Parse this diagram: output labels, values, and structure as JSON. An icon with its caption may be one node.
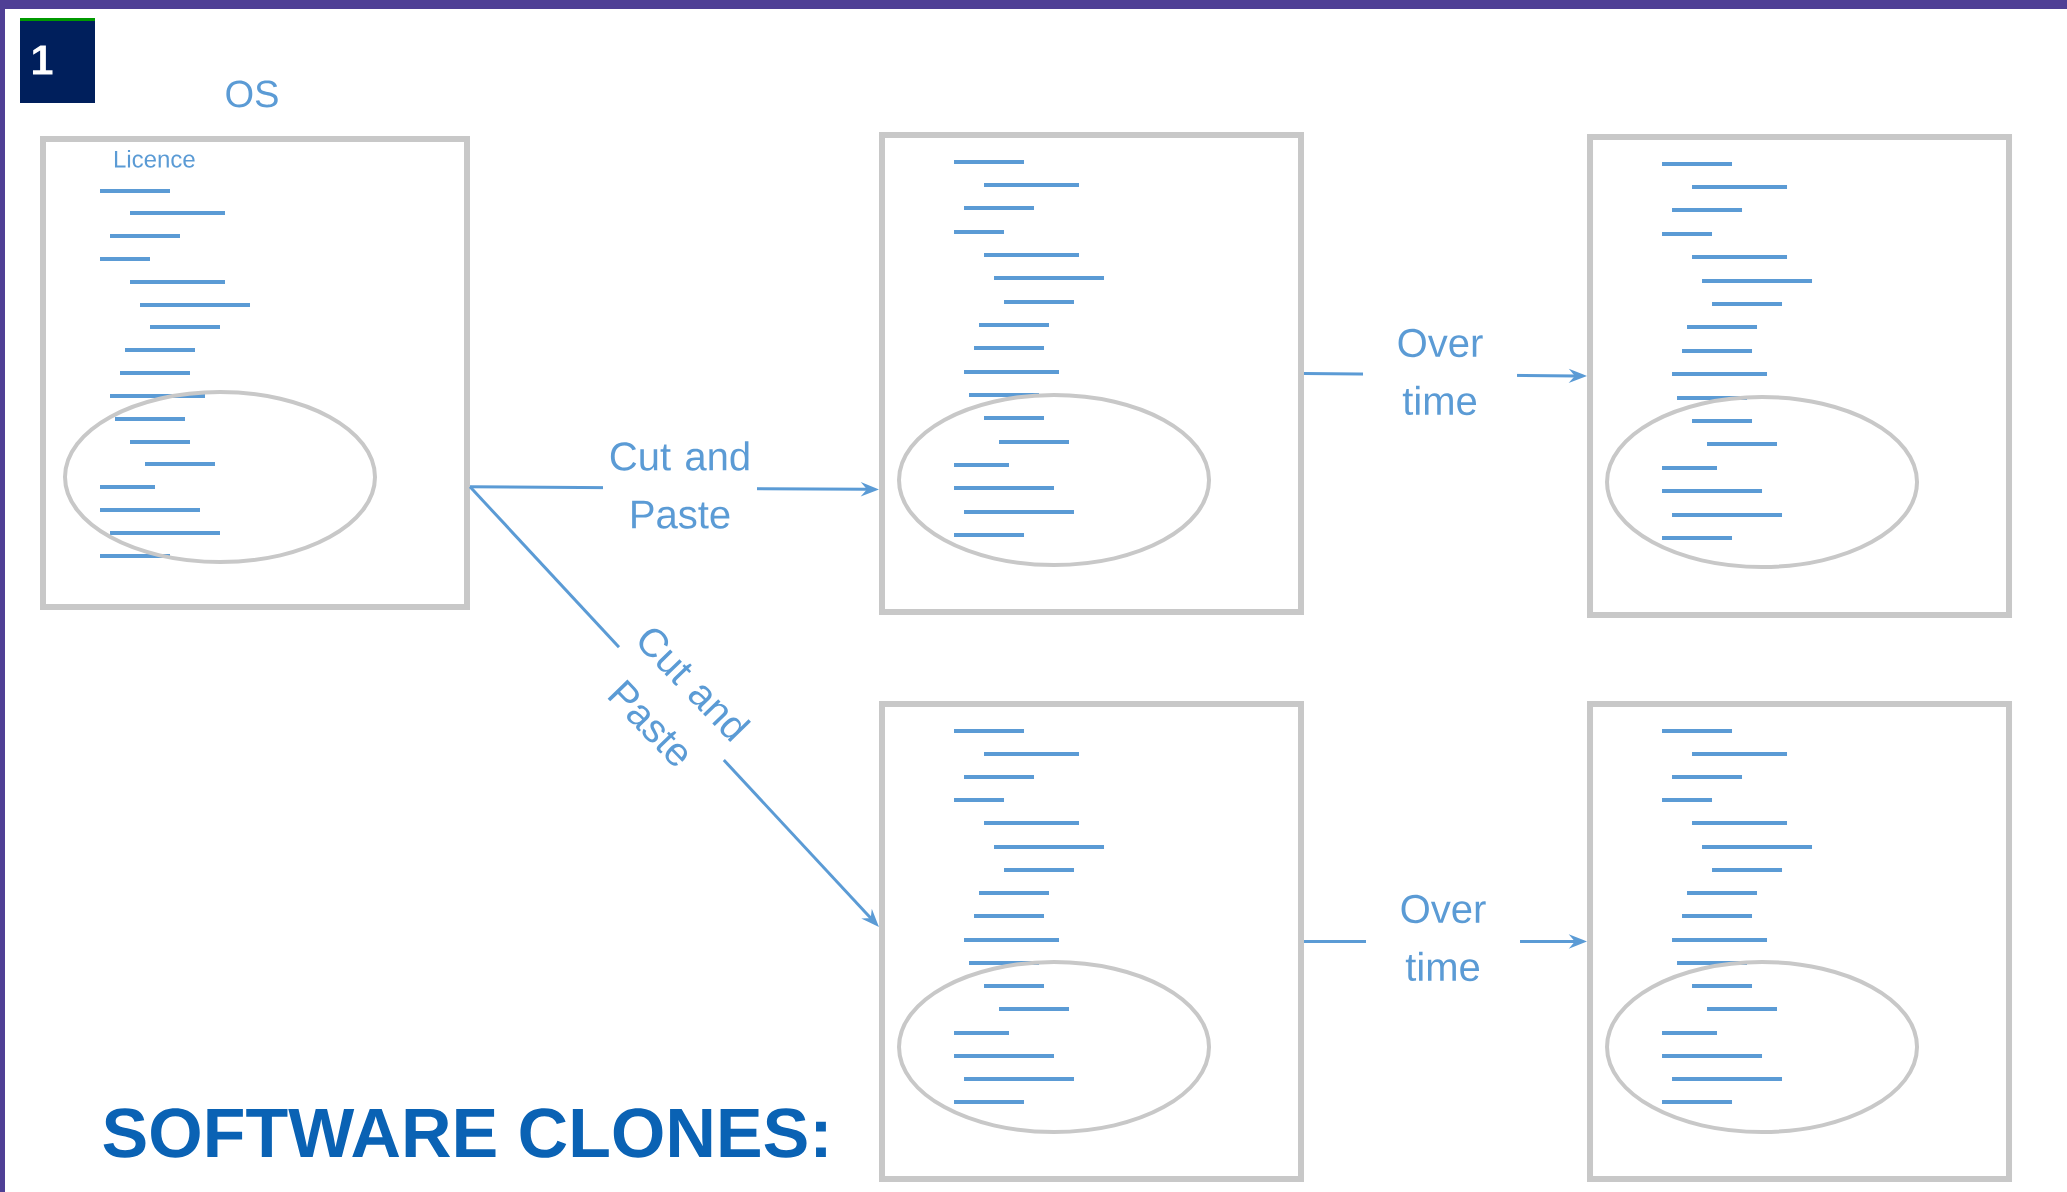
{
  "diagram": {
    "nodes": [
      {
        "text": [
          "Licence"
        ],
        "beside": [
          "OS"
        ]
      },
      {
        "text": [],
        "shape": "box"
      },
      {
        "text": [],
        "shape": "box"
      },
      {
        "text": [],
        "shape": "box"
      },
      {
        "text": [],
        "shape": "box"
      }
    ],
    "edges": [
      {
        "from": 0,
        "to": 1,
        "arrow": "to",
        "label": "Cut and Paste"
      },
      {
        "from": 0,
        "to": 3,
        "arrow": "to",
        "label": "Cut and Paste"
      },
      {
        "from": 1,
        "to": 2,
        "arrow": "to",
        "label": "Over time"
      },
      {
        "from": 3,
        "to": 4,
        "arrow": "to",
        "label": "Over time"
      }
    ],
    "labels": [
      "1",
      "SOFTWARE CLONES:"
    ]
  }
}
